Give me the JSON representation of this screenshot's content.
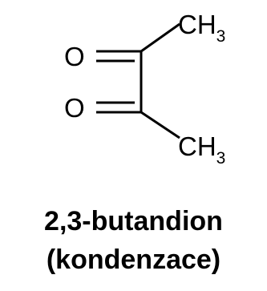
{
  "molecule": {
    "atoms": {
      "o_top": "O",
      "o_bottom": "O",
      "ch3_top_main": "CH",
      "ch3_top_sub": "3",
      "ch3_bottom_main": "CH",
      "ch3_bottom_sub": "3"
    },
    "name": "2,3-butandion",
    "note": "(kondenzace)"
  },
  "colors": {
    "ink": "#000000",
    "background": "#ffffff"
  }
}
